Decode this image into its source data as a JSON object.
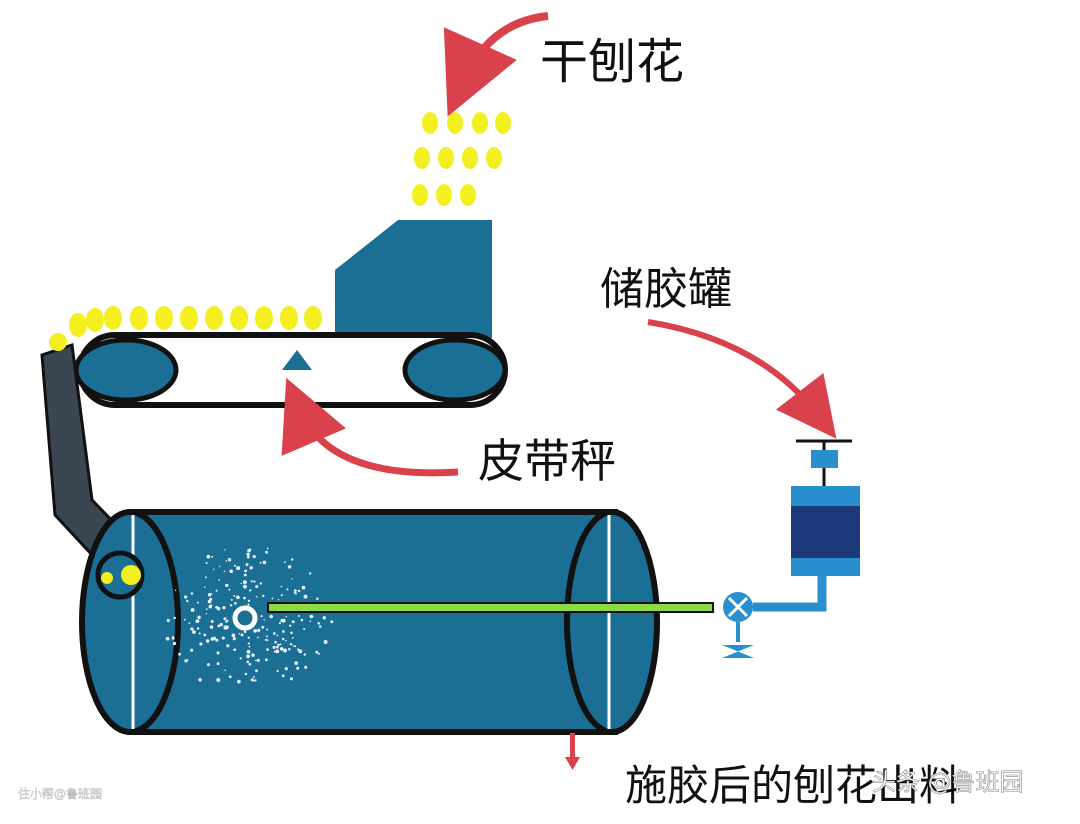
{
  "labels": {
    "dry_shavings": "干刨花",
    "glue_tank": "储胶罐",
    "belt_scale": "皮带秤",
    "output": "施胶后的刨花出料",
    "watermark_right": "头条 @鲁班园",
    "watermark_left": "住小帮@鲁班园"
  },
  "colors": {
    "body_blue": "#1b6f94",
    "dark_blue": "#1c3a7a",
    "outline": "#111111",
    "shaving_yellow": "#f3ef21",
    "arrow_red": "#d9414b",
    "arm_gray": "#3a4652",
    "nozzle_green": "#8cd94a",
    "pipe_blue": "#2a8fcf"
  },
  "icons": {
    "valve": "valve-icon",
    "arrows": "curved-arrow-icon"
  }
}
